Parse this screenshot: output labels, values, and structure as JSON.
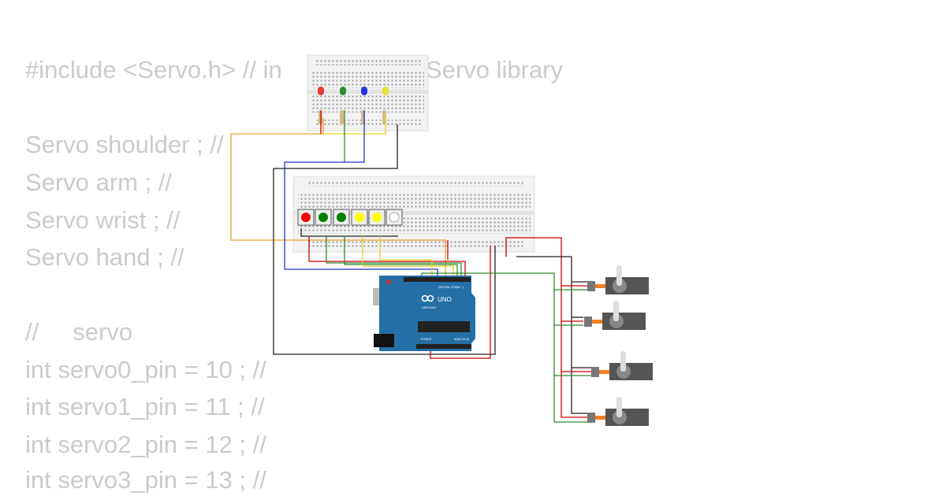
{
  "code": {
    "line1_start": "#include <Servo.h> // in",
    "line1_end": "Servo library",
    "lines": [
      "",
      "",
      "Servo shoulder ; //",
      "Servo arm ; //",
      "Servo wrist ; //",
      "Servo hand ; //",
      "",
      "//     servo",
      "int servo0_pin = 10 ; //",
      "int servo1_pin = 11 ; //",
      "int servo2_pin = 12 ; //",
      "int servo3_pin = 13 ; //"
    ]
  },
  "circuit": {
    "board_label": "UNO",
    "board_brand": "ARDUINO",
    "board_header_label": "DIGITAL (PWM ~)",
    "power_label": "POWER",
    "analog_label": "ANALOG IN",
    "leds": [
      "#e53935",
      "#2e8b2e",
      "#2233dd",
      "#e8e030"
    ],
    "buttons": [
      "#ff0000",
      "#008000",
      "#008000",
      "#ffff00",
      "#ffff00",
      "#ffffff"
    ],
    "servo_count": 4
  }
}
